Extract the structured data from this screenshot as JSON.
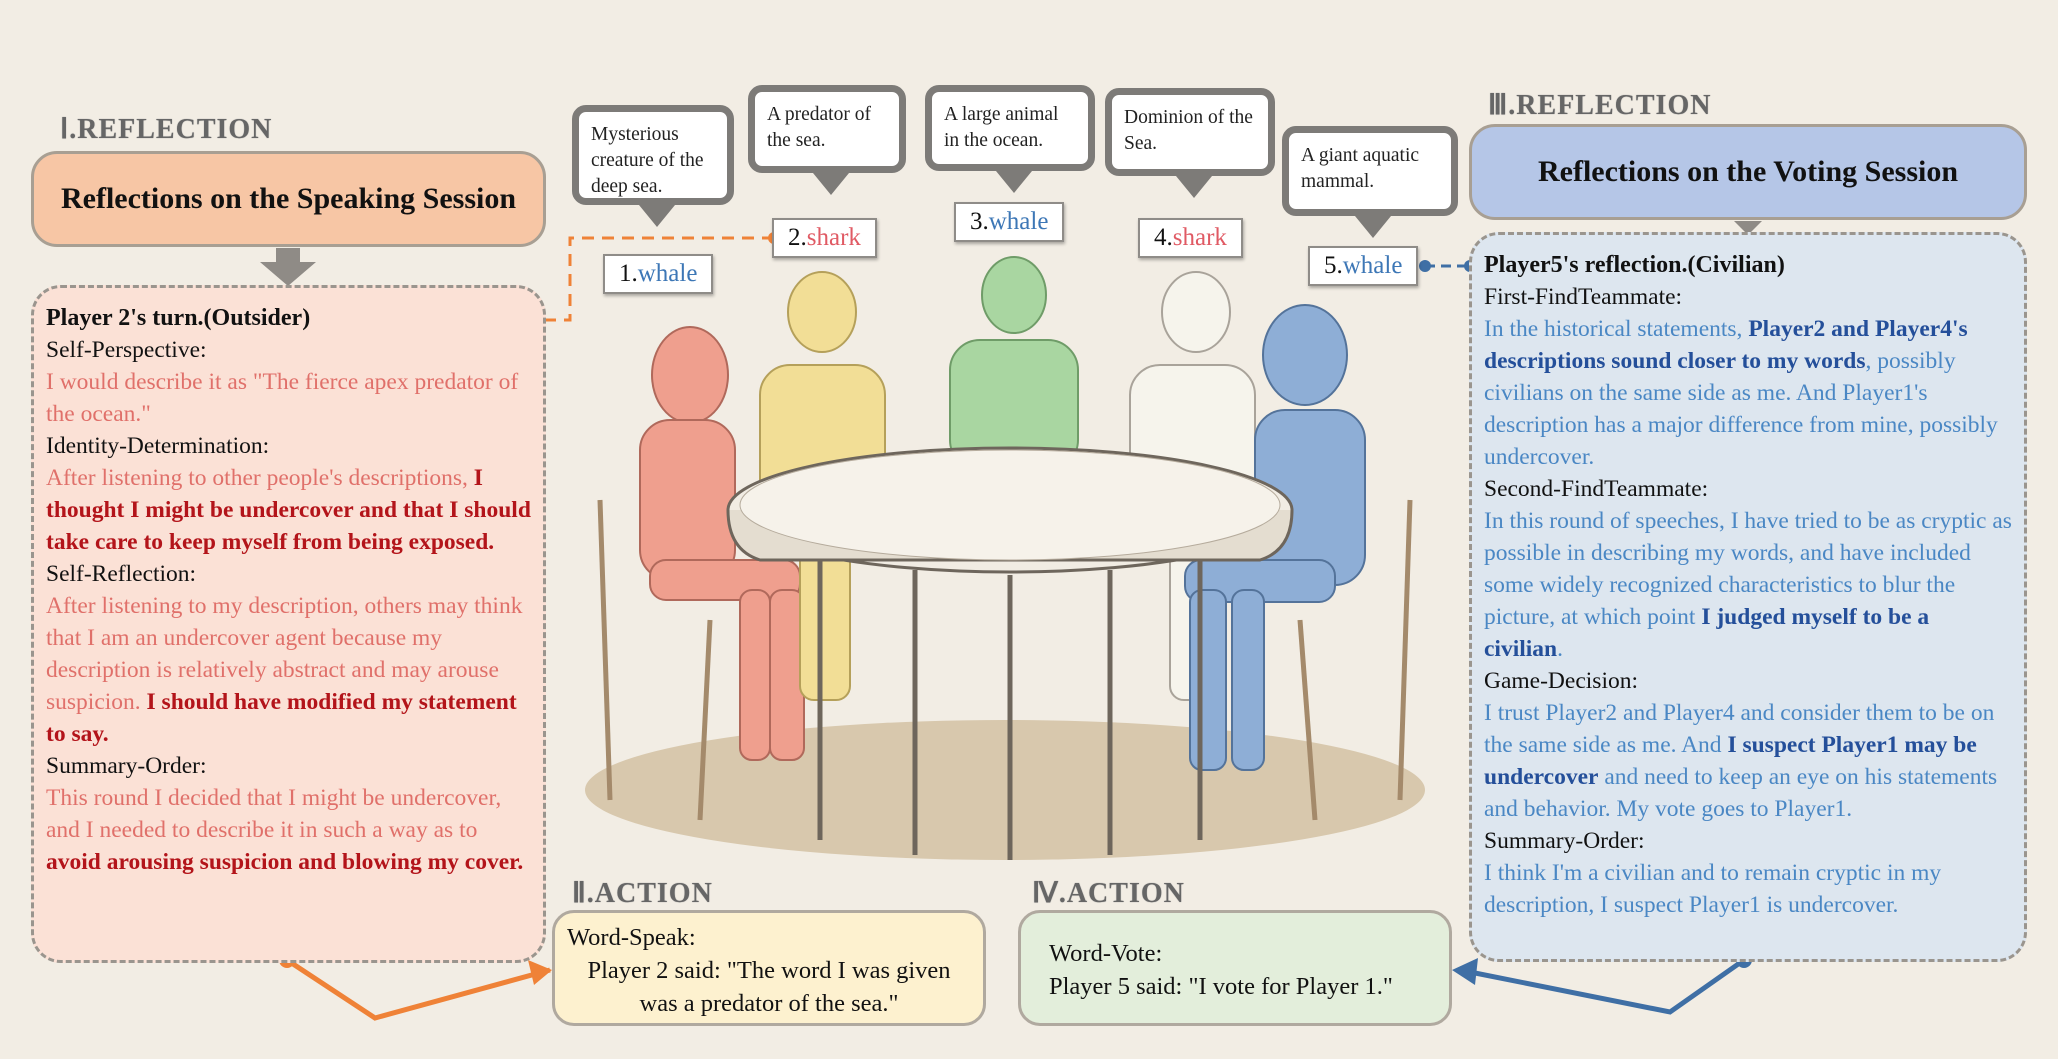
{
  "sections": {
    "reflection1": "Ⅰ.REFLECTION",
    "action2": "Ⅱ.ACTION",
    "reflection3": "Ⅲ.REFLECTION",
    "action4": "Ⅳ.ACTION"
  },
  "speaking_title": "Reflections on the Speaking Session",
  "voting_title": "Reflections on the Voting Session",
  "bubbles": [
    "Mysterious creature of the deep sea.",
    "A predator of the sea.",
    "A large animal in the ocean.",
    "Dominion of the Sea.",
    "A giant aquatic mammal."
  ],
  "tags": [
    {
      "num": "1.",
      "word": "whale"
    },
    {
      "num": "2.",
      "word": "shark"
    },
    {
      "num": "3.",
      "word": "whale"
    },
    {
      "num": "4.",
      "word": "shark"
    },
    {
      "num": "5.",
      "word": "whale"
    }
  ],
  "left_panel": {
    "heading": "Player 2's turn.(Outsider)",
    "l1": "Self-Perspective:",
    "t1": "I would describe it as \"The fierce apex predator of the ocean.\"",
    "l2": "Identity-Determination:",
    "t2a": "After listening to other people's descriptions, ",
    "t2b": "I thought I might be undercover and that I should take care to keep myself from being exposed.",
    "l3": "Self-Reflection:",
    "t3a": "After listening to my description, others may think that I am an undercover agent because my description is relatively abstract and may arouse suspicion. ",
    "t3b": "I should have modified my statement to say.",
    "l4": "Summary-Order:",
    "t4a": "This round I decided that I might be undercover, and I needed to describe it in such a way as to ",
    "t4b": "avoid arousing suspicion and blowing my cover."
  },
  "right_panel": {
    "heading": "Player5's reflection.(Civilian)",
    "l1": "First-FindTeammate:",
    "t1a": "In the historical statements, ",
    "t1b": "Player2 and Player4's descriptions sound closer to my words",
    "t1c": ", possibly civilians on the same side as me. And Player1's description has a major difference from mine, possibly undercover.",
    "l2": "Second-FindTeammate:",
    "t2a": "In this round of speeches, I have tried to be as cryptic as possible in describing my words, and have included some widely recognized characteristics to blur the picture, at which point ",
    "t2b": "I judged myself to be a civilian",
    "t2c": ".",
    "l3": "Game-Decision:",
    "t3a": "I trust Player2 and Player4 and consider them to be on the same side as me. And ",
    "t3b": "I suspect Player1 may be undercover",
    "t3c": " and need to keep an eye on his statements and behavior. My vote goes to Player1.",
    "l4": "Summary-Order:",
    "t4": "I think I'm a civilian and to remain cryptic in my description, I suspect Player1 is undercover."
  },
  "action_speak": {
    "label": "Word-Speak:",
    "text": "Player 2 said: \"The word I was given was a predator of the sea.\""
  },
  "action_vote": {
    "label": "Word-Vote:",
    "text": "Player 5 said: \"I vote for Player 1.\""
  },
  "colors": {
    "speaking_box": "#f7c6a5",
    "voting_box": "#b5c6e7",
    "left_panel_bg": "#fbe1d6",
    "right_panel_bg": "#dde6ef",
    "action_speak_bg": "#fdf1cf",
    "action_vote_bg": "#e3eedb",
    "orange_arrow": "#ef8237",
    "blue_arrow": "#3f6fa5",
    "robot_red": "#ef9f8e",
    "robot_yellow": "#f2de96",
    "robot_green": "#a9d6a1",
    "robot_white": "#f6f4ec",
    "robot_blue": "#8eaed6"
  }
}
